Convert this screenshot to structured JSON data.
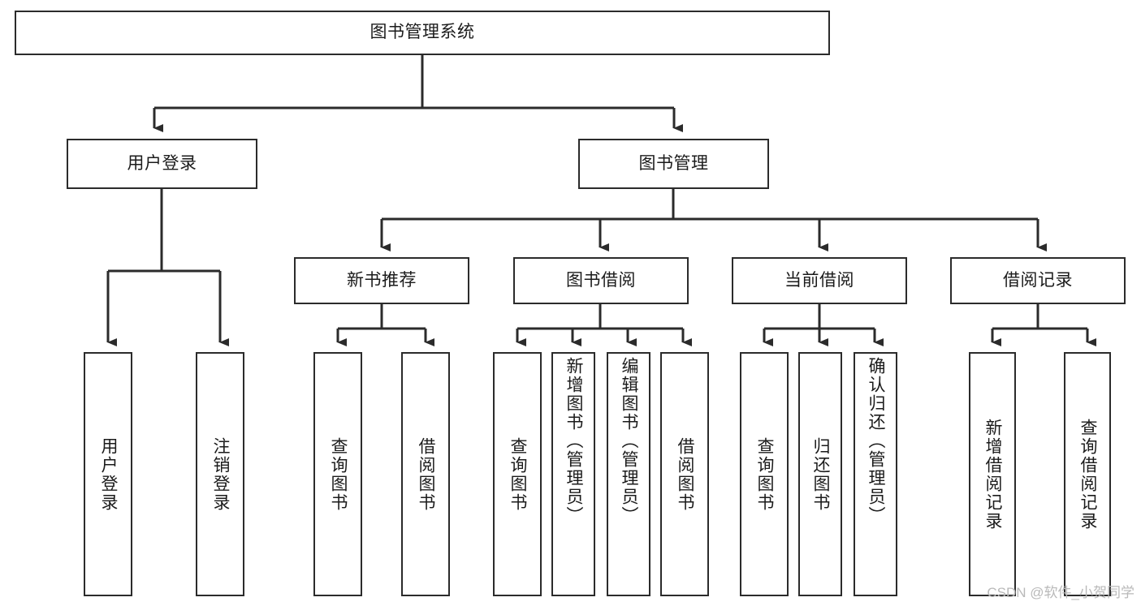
{
  "diagram": {
    "title": "图书管理系统",
    "type": "tree-hierarchy",
    "watermark": "CSDN @软件_小贺同学",
    "colors": {
      "stroke": "#2b2b2b",
      "fill": "#ffffff",
      "text": "#1b1b1b",
      "watermark": "#b9b9b9"
    },
    "root": {
      "label": "图书管理系统"
    },
    "level2": [
      {
        "id": "user-login",
        "label": "用户登录"
      },
      {
        "id": "book-manage",
        "label": "图书管理"
      }
    ],
    "level3": [
      {
        "id": "new-book-recommend",
        "label": "新书推荐"
      },
      {
        "id": "book-borrow",
        "label": "图书借阅"
      },
      {
        "id": "current-borrow",
        "label": "当前借阅"
      },
      {
        "id": "borrow-record",
        "label": "借阅记录"
      }
    ],
    "leaves": {
      "user-login": [
        {
          "id": "leaf-user-login",
          "label": "用户登录"
        },
        {
          "id": "leaf-user-logout",
          "label": "注销登录"
        }
      ],
      "new-book-recommend": [
        {
          "id": "leaf-query-book-1",
          "label": "查询图书"
        },
        {
          "id": "leaf-borrow-book-1",
          "label": "借阅图书"
        }
      ],
      "book-borrow": [
        {
          "id": "leaf-query-book-2",
          "label": "查询图书"
        },
        {
          "id": "leaf-add-book",
          "label": "新增图书（管理员）"
        },
        {
          "id": "leaf-edit-book",
          "label": "编辑图书（管理员）"
        },
        {
          "id": "leaf-borrow-book-2",
          "label": "借阅图书"
        }
      ],
      "current-borrow": [
        {
          "id": "leaf-query-book-3",
          "label": "查询图书"
        },
        {
          "id": "leaf-return-book",
          "label": "归还图书"
        },
        {
          "id": "leaf-confirm-return",
          "label": "确认归还（管理员）"
        }
      ],
      "borrow-record": [
        {
          "id": "leaf-add-record",
          "label": "新增借阅记录"
        },
        {
          "id": "leaf-query-record",
          "label": "查询借阅记录"
        }
      ]
    }
  }
}
